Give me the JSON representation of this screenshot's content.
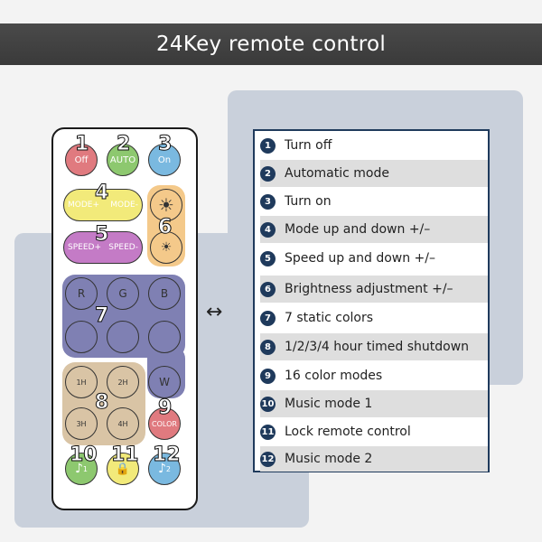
{
  "header": {
    "title": "24Key remote control"
  },
  "remote": {
    "numbers": [
      "1",
      "2",
      "3",
      "4",
      "5",
      "6",
      "7",
      "8",
      "9",
      "10",
      "11",
      "12"
    ],
    "top_buttons": [
      {
        "label": "Off",
        "color": "#e07a7f"
      },
      {
        "label": "AUTO",
        "color": "#8dc86f"
      },
      {
        "label": "On",
        "color": "#7ab9e0"
      }
    ],
    "mode_plus": "MODE+",
    "mode_minus": "MODE-",
    "speed_plus": "SPEED+",
    "speed_minus": "SPEED-",
    "color_rgb": [
      "R",
      "G",
      "B"
    ],
    "white": "W",
    "color_btn": "COLOR",
    "timer_labels": [
      "1H",
      "2H",
      "3H",
      "4H"
    ],
    "music_labels": [
      "1",
      "2"
    ],
    "colors": {
      "mode": "#f2ea7a",
      "speed": "#c47bc6",
      "brightness": "#f4c98a",
      "static": "#7f80b3",
      "timer": "#d9c4a5",
      "color_btn": "#e07a7f",
      "music": "#8dc86f",
      "lock": "#f2ea7a",
      "music2": "#7ab9e0"
    }
  },
  "arrow": "↔",
  "functions": [
    {
      "n": "1",
      "label": "Turn off"
    },
    {
      "n": "2",
      "label": "Automatic mode"
    },
    {
      "n": "3",
      "label": "Turn on"
    },
    {
      "n": "4",
      "label": "Mode up and down +/–"
    },
    {
      "n": "5",
      "label": "Speed up and down +/–"
    },
    {
      "n": "6",
      "label": "Brightness adjustment +/–"
    },
    {
      "n": "7",
      "label": "7 static colors"
    },
    {
      "n": "8",
      "label": "1/2/3/4 hour timed shutdown"
    },
    {
      "n": "9",
      "label": "16 color modes"
    },
    {
      "n": "10",
      "label": "Music mode 1"
    },
    {
      "n": "11",
      "label": "Lock remote control"
    },
    {
      "n": "12",
      "label": "Music mode 2"
    }
  ]
}
